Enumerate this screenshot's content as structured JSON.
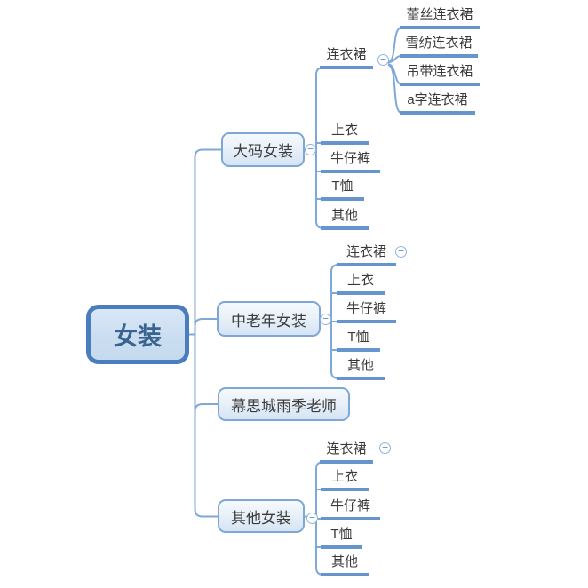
{
  "colors": {
    "canvas_bg": "#ffffff",
    "root_border": "#4a7dbe",
    "root_fill": "#cddff1",
    "root_text": "#3a648f",
    "node_border": "#7ea6d6",
    "node_fill_top": "#f5f9fd",
    "node_fill_bottom": "#d5e4f4",
    "node_text": "#3d3d3d",
    "connector_line": "#7fa8da",
    "topic_underline": "#6496cd"
  },
  "icons": {
    "collapse_glyph": "−",
    "expand_glyph": "+"
  },
  "tree": {
    "root": {
      "label": "女装"
    },
    "branches": [
      {
        "label": "大码女装",
        "state": "expanded",
        "children": [
          {
            "label": "连衣裙",
            "state": "expanded",
            "children": [
              {
                "label": "蕾丝连衣裙"
              },
              {
                "label": "雪纺连衣裙"
              },
              {
                "label": "吊带连衣裙"
              },
              {
                "label": "a字连衣裙"
              }
            ]
          },
          {
            "label": "上衣"
          },
          {
            "label": "牛仔裤"
          },
          {
            "label": "T恤"
          },
          {
            "label": "其他"
          }
        ]
      },
      {
        "label": "中老年女装",
        "state": "expanded",
        "children": [
          {
            "label": "连衣裙",
            "state": "collapsed"
          },
          {
            "label": "上衣"
          },
          {
            "label": "牛仔裤"
          },
          {
            "label": "T恤"
          },
          {
            "label": "其他"
          }
        ]
      },
      {
        "label": "幕思城雨季老师"
      },
      {
        "label": "其他女装",
        "state": "expanded",
        "children": [
          {
            "label": "连衣裙",
            "state": "collapsed"
          },
          {
            "label": "上衣"
          },
          {
            "label": "牛仔裤"
          },
          {
            "label": "T恤"
          },
          {
            "label": "其他"
          }
        ]
      }
    ]
  }
}
